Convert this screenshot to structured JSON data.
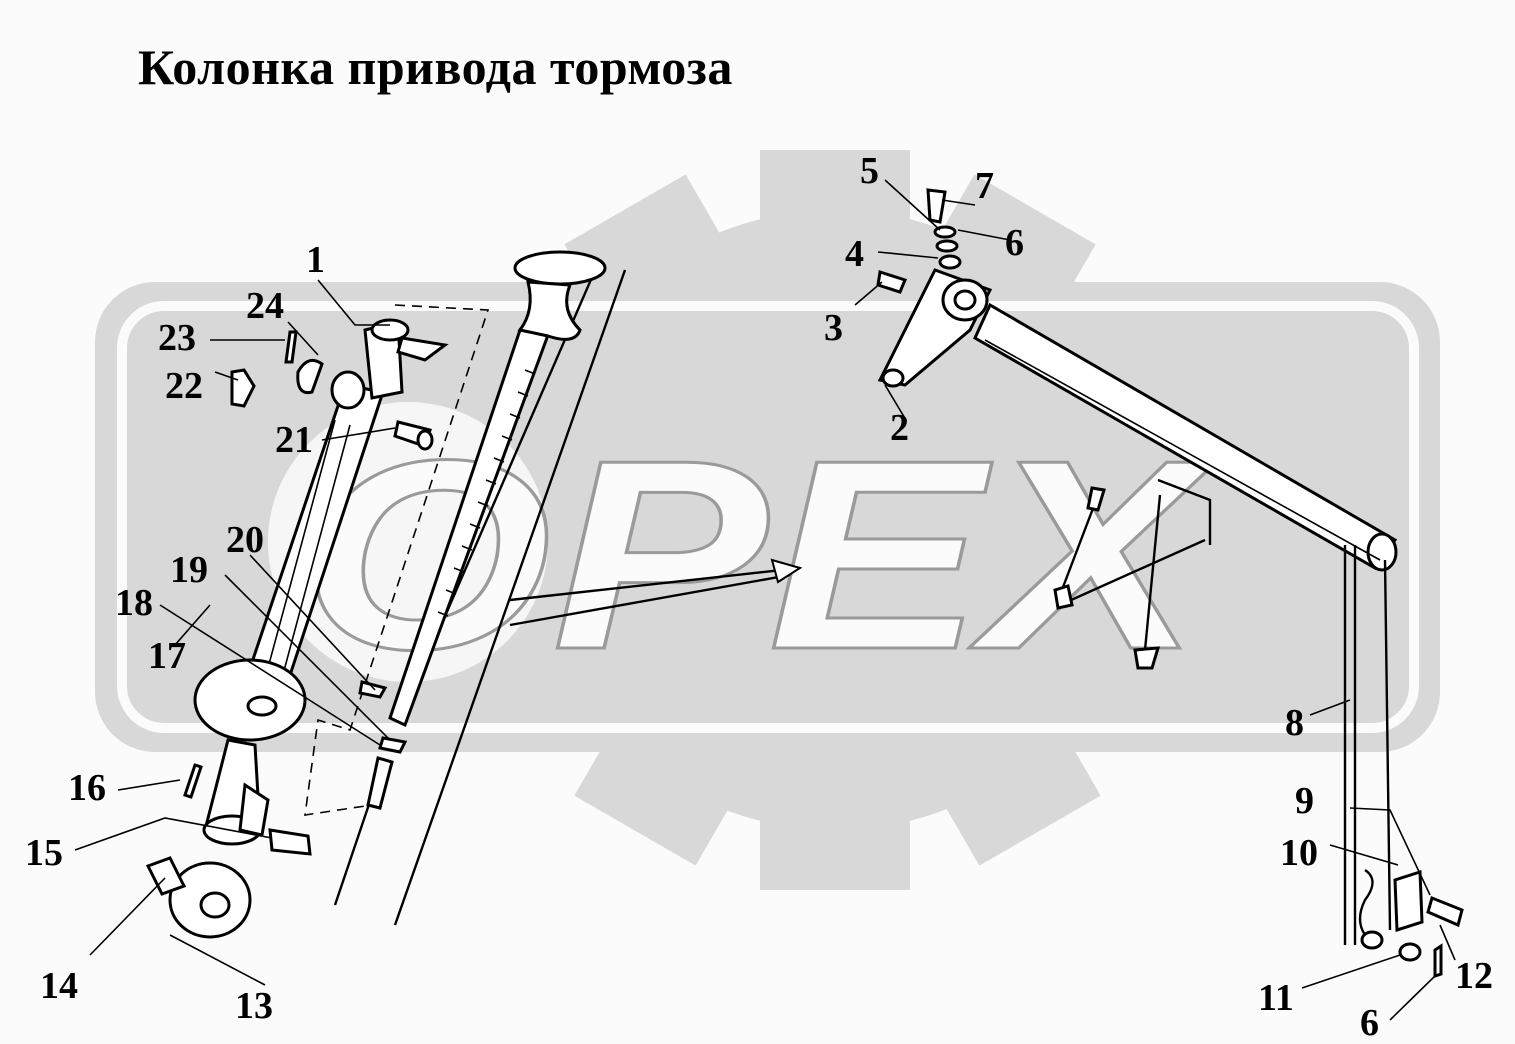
{
  "title": "Колонка привода тормоза",
  "watermark": {
    "text": "OPEX",
    "color": "#d8d8d8"
  },
  "callouts": [
    "1",
    "2",
    "3",
    "4",
    "5",
    "6",
    "7",
    "8",
    "9",
    "10",
    "11",
    "12",
    "13",
    "14",
    "15",
    "16",
    "17",
    "18",
    "19",
    "20",
    "21",
    "22",
    "23",
    "24",
    "6"
  ]
}
